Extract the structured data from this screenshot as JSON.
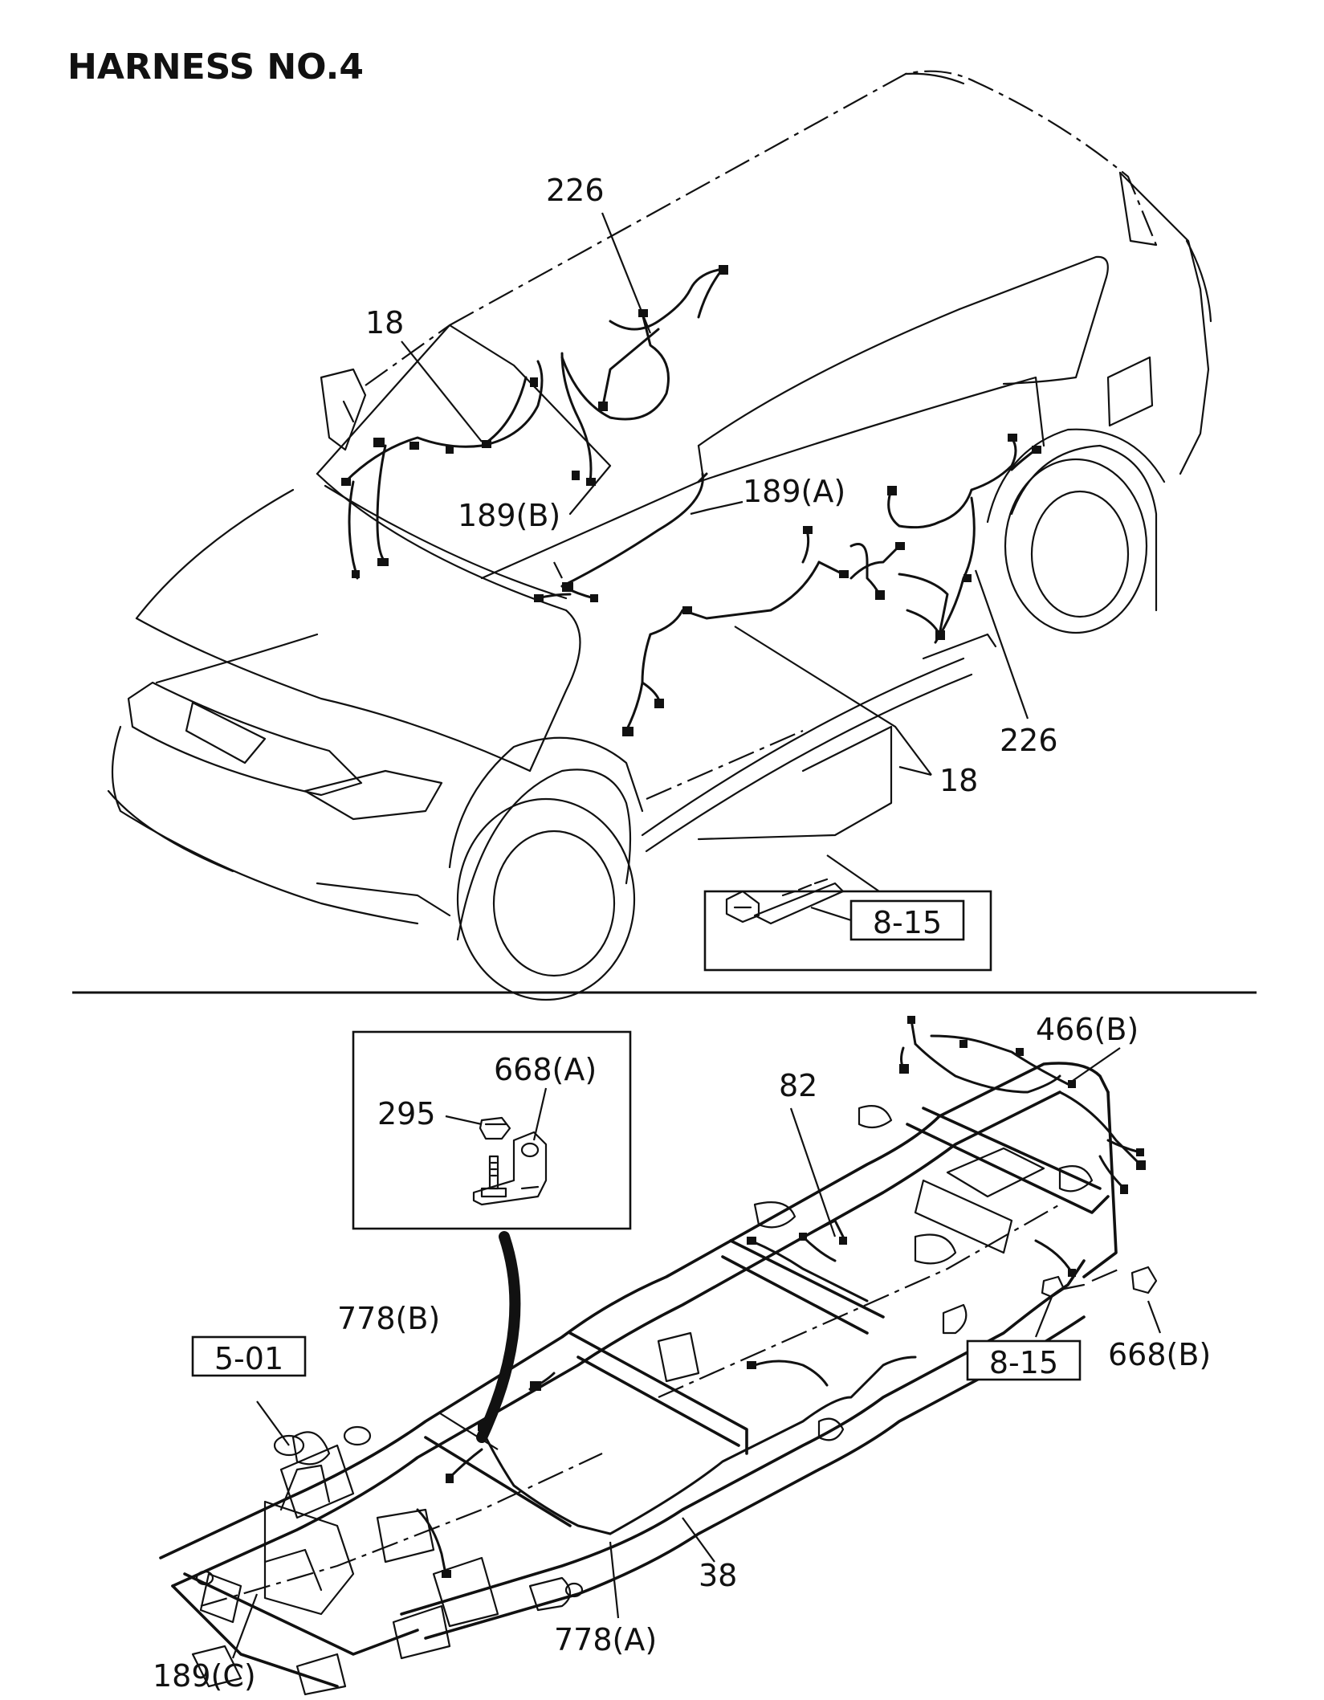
{
  "title": "HARNESS NO.4",
  "callouts": {
    "c226_top": "226",
    "c18_left": "18",
    "c189A": "189(A)",
    "c189B": "189(B)",
    "c226_right": "226",
    "c18_right": "18",
    "c466B": "466(B)",
    "c82": "82",
    "c668A": "668(A)",
    "c295": "295",
    "c778B": "778(B)",
    "c668B": "668(B)",
    "c38": "38",
    "c778A": "778(A)",
    "c189C": "189(C)"
  },
  "references": {
    "ref_815_top": "8-15",
    "ref_815_bottom": "8-15",
    "ref_501": "5-01"
  }
}
